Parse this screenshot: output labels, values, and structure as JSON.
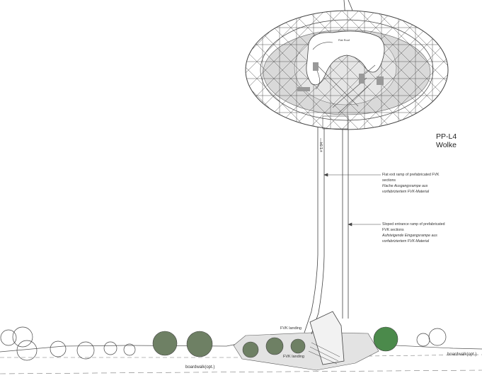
{
  "title": {
    "code": "PP-L4",
    "name": "Wolke"
  },
  "annotations": {
    "exit_ramp": {
      "en": "Flat exit ramp of prefabricated FVK",
      "en2": "sections",
      "de": "Flache Ausgangsrampe aus",
      "de2": "vorfabriziertem FVK-Material"
    },
    "entrance_ramp": {
      "en": "Sloped entrance ramp of prefabricated",
      "en2": "FVK sections",
      "de": "Aufsteigende Eingangsrampe aus",
      "de2": "vorfabriziertem FVK-Material"
    },
    "fvk_landing_upper": "FVK landing",
    "fvk_landing_lower": "FVK landing",
    "boardwalk_left": "boardwalk(opt.)",
    "boardwalk_right": "boardwalk(opt.)",
    "elevation_mark": "+ 1.04",
    "plan_label": "Flat Roof"
  },
  "colors": {
    "ink": "#333333",
    "cloud_fill": "#d9d9d9",
    "cloud_inner": "#e6e6e6",
    "tree_dark": "#6e8064",
    "tree_green": "#4b8a4b",
    "ground_fill": "#e3e3e3"
  }
}
